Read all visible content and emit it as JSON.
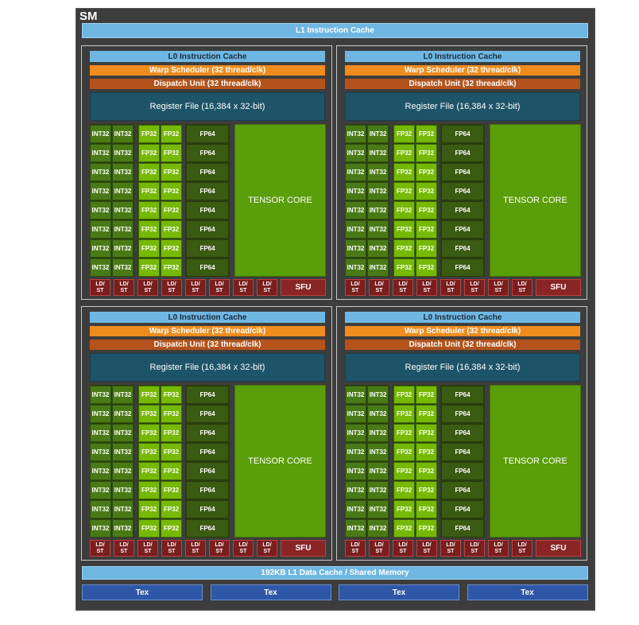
{
  "sm_title": "SM",
  "l1_instruction_cache": "L1 Instruction Cache",
  "quadrant": {
    "l0_cache": "L0 Instruction Cache",
    "warp_scheduler": "Warp Scheduler (32 thread/clk)",
    "dispatch_unit": "Dispatch Unit (32 thread/clk)",
    "register_file": "Register File (16,384 x 32-bit)",
    "int32_label": "INT32",
    "fp32_label": "FP32",
    "fp64_label": "FP64",
    "tensor_core": "TENSOR CORE",
    "ldst_label": "LD/\nST",
    "sfu_label": "SFU",
    "rows": 8,
    "ldst_count": 8
  },
  "quadrant_count": 4,
  "l1_data_cache": "192KB L1 Data Cache / Shared Memory",
  "tex_units": [
    "Tex",
    "Tex",
    "Tex",
    "Tex"
  ],
  "colors": {
    "background": "#3d3d3d",
    "cache": "#6fb7e3",
    "warp_scheduler": "#f08c1e",
    "dispatch_unit": "#b4531c",
    "register_file": "#1e5468",
    "int32": "#4a7a16",
    "fp32": "#76b900",
    "fp64": "#3a5b12",
    "tensor_core": "#5a9e0a",
    "ldst": "#7a1e1e",
    "sfu": "#8a2525",
    "tex": "#2f57a8"
  }
}
